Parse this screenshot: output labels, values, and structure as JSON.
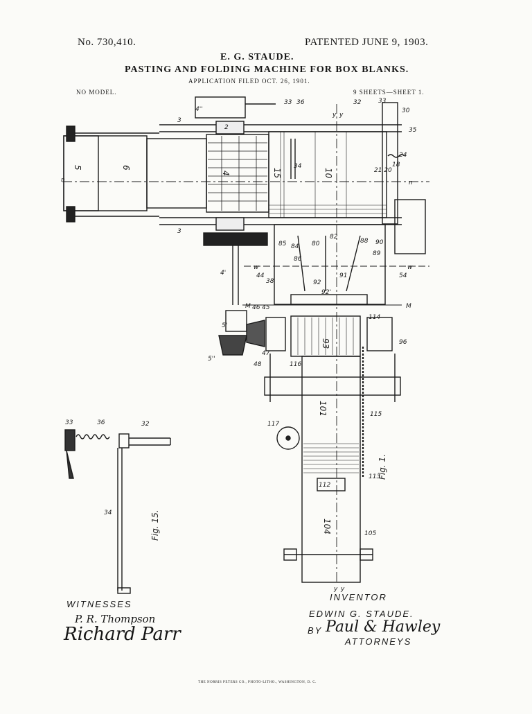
{
  "header": {
    "patent_number": "No. 730,410.",
    "patent_date": "PATENTED JUNE 9, 1903.",
    "inventor_name": "E. G. STAUDE.",
    "title": "PASTING AND FOLDING MACHINE FOR BOX BLANKS.",
    "application": "APPLICATION FILED OCT. 26, 1901.",
    "model": "NO MODEL.",
    "sheets": "9 SHEETS—SHEET 1."
  },
  "figures": {
    "fig1_label": "Fig. 1.",
    "fig15_label": "Fig. 15.",
    "fig1_numbers": [
      "5",
      "6",
      "4",
      "15",
      "10",
      "4''",
      "3",
      "3",
      "36",
      "33",
      "32",
      "33",
      "30",
      "35",
      "24",
      "18",
      "20",
      "21",
      "34",
      "2",
      "85",
      "84",
      "80",
      "82",
      "88",
      "89",
      "90",
      "86",
      "92",
      "92'",
      "91",
      "4'",
      "44",
      "38",
      "46",
      "45",
      "47",
      "48",
      "5'",
      "5''",
      "93",
      "114",
      "96",
      "116",
      "101",
      "117",
      "115",
      "113",
      "112",
      "104",
      "105",
      "n",
      "n",
      "w",
      "w",
      "M",
      "M",
      "y",
      "y",
      "y",
      "y",
      "54"
    ],
    "fig15_numbers": [
      "33",
      "36",
      "32",
      "34"
    ]
  },
  "signatures": {
    "witnesses_heading": "WITNESSES",
    "witness_1": "P. R. Thompson",
    "witness_2": "Richard Parr",
    "inventor_heading": "INVENTOR",
    "inventor_full": "EDWIN G. STAUDE.",
    "by": "BY",
    "attorney_signature": "Paul & Hawley",
    "attorneys": "ATTORNEYS"
  },
  "footer": {
    "printer": "THE NORRIS PETERS CO., PHOTO-LITHO., WASHINGTON, D. C."
  }
}
